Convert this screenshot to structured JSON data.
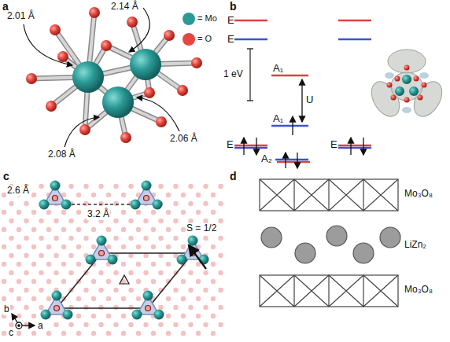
{
  "diagram": {
    "labels": [
      "a",
      "2.01 Å",
      "2.14 Å",
      "2.06 Å",
      "2.08 Å",
      "b",
      "E",
      "E",
      "A₁",
      "U",
      "1 eV",
      "A₁",
      "E",
      "E",
      "A₂",
      "c",
      "2.6 Å",
      "3.2 Å",
      "S = 1/2",
      "b",
      "c",
      "a",
      "d",
      "Mo₃O₈",
      "LiZn₂",
      "Mo₃O₈"
    ],
    "legend": [
      {
        "text": "= Mo",
        "color": "#2a9a96"
      },
      {
        "text": "= O",
        "color": "#e5473e"
      }
    ]
  }
}
